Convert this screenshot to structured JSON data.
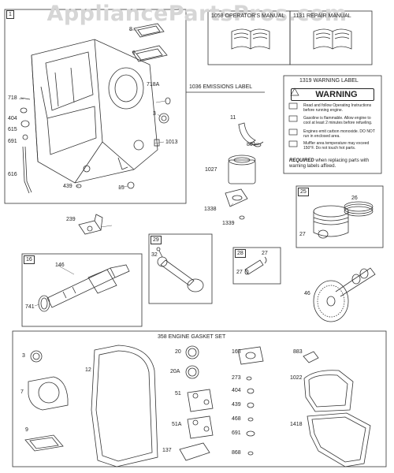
{
  "watermark": "AppliancePartsPros.com",
  "boxes": {
    "block": {
      "number": "1"
    },
    "owners_manual": {
      "title": "1058 OPERATOR'S MANUAL"
    },
    "repair_manual": {
      "title": "1131 REPAIR MANUAL"
    },
    "emissions_label": {
      "title": "1036 EMISSIONS LABEL"
    },
    "warning_label": {
      "title": "1319 WARNING LABEL"
    },
    "piston": {
      "number": "25"
    },
    "crankshaft": {
      "number": "16"
    },
    "connecting_rod": {
      "number": "29"
    },
    "piston_pin": {
      "number": "28"
    },
    "gasket_set": {
      "title": "358 ENGINE GASKET SET"
    }
  },
  "warning": {
    "heading": "WARNING",
    "rows": [
      "Read and follow Operating Instructions before running engine.",
      "Gasoline is flammable. Allow engine to cool at least 2 minutes before refueling.",
      "Engines emit carbon monoxide. DO NOT run in enclosed area.",
      "Muffler area temperature may exceed 150°F. Do not touch hot parts."
    ],
    "required_bold": "REQUIRED",
    "required_rest": " when replacing parts with warning labels affixed."
  },
  "parts": {
    "p8": "8",
    "p9": "9",
    "p718": "718",
    "p718a": "718A",
    "p404": "404",
    "p615": "615",
    "p691": "691",
    "p616": "616",
    "p3": "3",
    "p1013": "1013",
    "p439": "439",
    "p15": "15",
    "p11": "11",
    "p801": "801",
    "p1027": "1027",
    "p1338": "1338",
    "p1339": "1339",
    "p26": "26",
    "p27_piston": "27",
    "p239": "239",
    "p146": "146",
    "p741": "741",
    "p32": "32",
    "p27_pin_a": "27",
    "p27_pin_b": "27",
    "p46": "46",
    "g3": "3",
    "g12": "12",
    "g7": "7",
    "g9": "9",
    "g20": "20",
    "g20a": "20A",
    "g51": "51",
    "g51a": "51A",
    "g137": "137",
    "g163": "163",
    "g273": "273",
    "g404": "404",
    "g439": "439",
    "g468": "468",
    "g691": "691",
    "g868": "868",
    "g883": "883",
    "g1022": "1022",
    "g1418": "1418"
  }
}
